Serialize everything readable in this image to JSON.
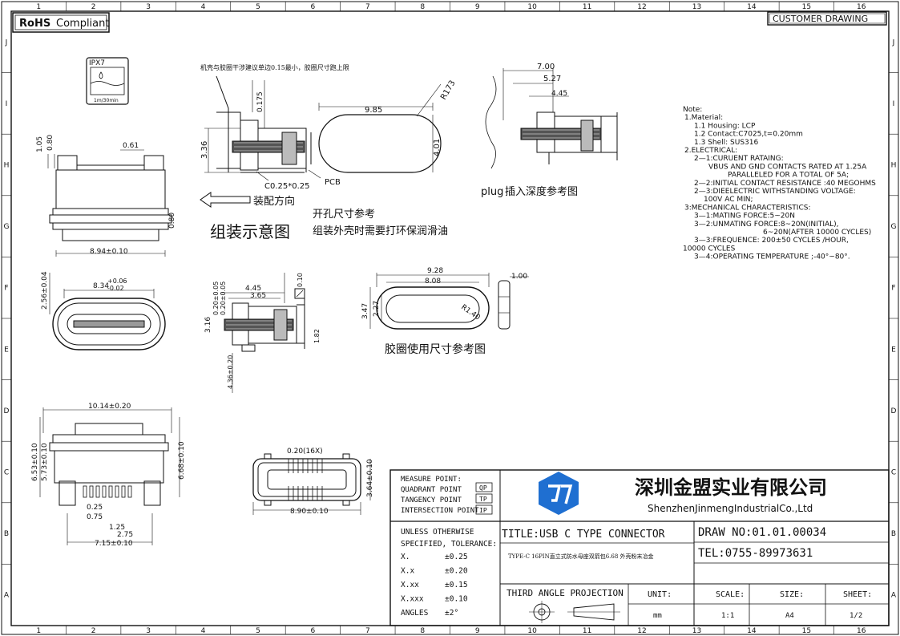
{
  "badges": {
    "rohs": "RoHS",
    "compliant": "Compliant",
    "customer_drawing": "CUSTOMER DRAWING"
  },
  "border": {
    "columns": [
      "1",
      "2",
      "3",
      "4",
      "5",
      "6",
      "7",
      "8",
      "9",
      "10",
      "11",
      "12",
      "13",
      "14",
      "15",
      "16"
    ],
    "rows": [
      "J",
      "I",
      "H",
      "G",
      "F",
      "E",
      "D",
      "C",
      "B",
      "A"
    ]
  },
  "ipx7": {
    "rating": "IPX7",
    "depth": "1m/30min"
  },
  "assembly": {
    "note_top": "机壳与胶圈干涉建议单边0.15最小，胶圈尺寸跑上限",
    "dim_9_85": "9.85",
    "dim_r173": "R173",
    "dim_0_175": "0.175",
    "dim_3_36": "3.36",
    "dim_4_01": "4.01",
    "chamfer": "C0.25*0.25",
    "pcb": "PCB",
    "direction": "装配方向",
    "title": "组装示意图",
    "note1": "开孔尺寸参考",
    "note2": "组装外壳时需要打环保润滑油"
  },
  "plug_view": {
    "dim_7_00": "7.00",
    "dim_5_27": "5.27",
    "dim_4_45": "4.45",
    "prefix": "plug",
    "label": "插入深度参考图"
  },
  "notes": [
    "Note:",
    "1.Material:",
    "1.1 Housing: LCP",
    "1.2 Contact:C7025,t=0.20mm",
    "1.3 Shell: SUS316",
    "2.ELECTRICAL:",
    "2—1:CURUENT RATAING:",
    "VBUS AND GND CONTACTS RATED AT 1.25A",
    "PARALLELED FOR A TOTAL OF 5A;",
    "2—2:INITIAL CONTACT RESISTANCE :40 MEGOHMS",
    "2—3:DIEELECTRIC WITHSTANDING VOLTAGE:",
    "100V AC MIN;",
    "3:MECHANICAL CHARACTERISTICS:",
    "3—1:MATING FORCE:5~20N",
    "3—2:UNMATING FORCE:8~20N(INITIAL),",
    "6~20N(AFTER 10000 CYCLES)",
    "3—3:FREQUENCE: 200±50 CYCLES /HOUR,",
    "10000 CYCLES",
    "3—4:OPERATING TEMPERATURE ;-40°~80°."
  ],
  "front_view": {
    "dim_1_05": "1.05",
    "dim_0_80": "0.80",
    "dim_0_61": "0.61",
    "dim_0_80b": "0.80",
    "dim_width": "8.94±0.10"
  },
  "opening_view": {
    "dim_2_56": "2.56±0.04",
    "dim_8_34": "8.34",
    "tol_plus": "+0.06",
    "tol_minus": "-0.02"
  },
  "side_view": {
    "dim_4_45": "4.45",
    "dim_3_65": "3.65",
    "dim_0_20a": "0.20±0.05",
    "dim_0_20b": "0.20±0.05",
    "dim_0_10": "0.10",
    "dim_3_16": "3.16",
    "dim_1_82": "1.82",
    "dim_4_36": "4.36±0.20"
  },
  "gasket": {
    "dim_9_28": "9.28",
    "dim_8_08": "8.08",
    "dim_3_47": "3.47",
    "dim_2_27": "2.27",
    "dim_r1": "R1.40",
    "dim_1_00": "1.00",
    "label": "胶圈使用尺寸参考图"
  },
  "bottom_view": {
    "dim_10_14": "10.14±0.20",
    "dim_6_53": "6.53±0.10",
    "dim_5_73": "5.73±0.10",
    "dim_6_68": "6.68±0.10",
    "dim_0_25": "0.25",
    "dim_0_75": "0.75",
    "dim_1_25": "1.25",
    "dim_2_75": "2.75",
    "dim_7_15": "7.15±0.10"
  },
  "top_view": {
    "dim_0_20": "0.20(16X)",
    "dim_3_64": "3.64±0.10",
    "dim_8_90": "8.90±0.10"
  },
  "title_block": {
    "measure_lines": [
      "MEASURE POINT:",
      "QUADRANT POINT",
      "TANGENCY POINT",
      "INTERSECTION POINT"
    ],
    "measure_codes": [
      "QP",
      "TP",
      "IP"
    ],
    "company_cn": "深圳金盟实业有限公司",
    "company_en": "ShenzhenJinmengIndustrialCo.,Ltd",
    "unless1": "UNLESS OTHERWISE",
    "unless2": "SPECIFIED, TOLERANCE:",
    "tolerances": [
      {
        "k": "X.",
        "v": "±0.25"
      },
      {
        "k": "X.x",
        "v": "±0.20"
      },
      {
        "k": "X.xx",
        "v": "±0.15"
      },
      {
        "k": "X.xxx",
        "v": "±0.10"
      },
      {
        "k": "ANGLES",
        "v": "±2°"
      }
    ],
    "title": "TITLE:USB C TYPE CONNECTOR",
    "subtitle": "TYPE-C 16PIN直立式防水母座双箭包6.68 外壳粉末冶金",
    "draw_no": "DRAW NO:01.01.00034",
    "tel": "TEL:0755-89973631",
    "projection": "THIRD ANGLE PROJECTION",
    "unit_label": "UNIT:",
    "unit_value": "mm",
    "scale_label": "SCALE:",
    "scale_value": "1:1",
    "size_label": "SIZE:",
    "size_value": "A4",
    "sheet_label": "SHEET:",
    "sheet_value": "1/2"
  },
  "colors": {
    "logo": "#1f6fd1",
    "line": "#111111"
  }
}
